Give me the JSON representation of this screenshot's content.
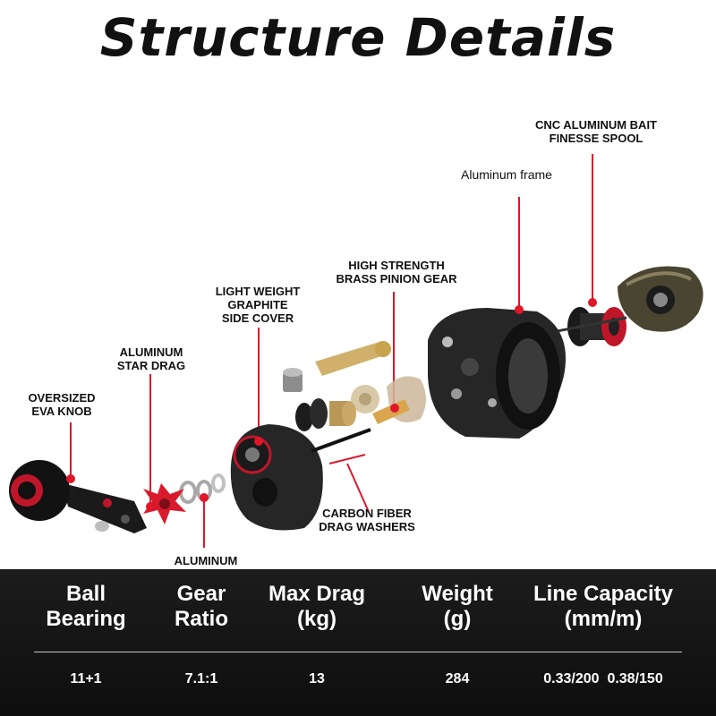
{
  "title": "Structure Details",
  "callouts": {
    "spool": "CNC ALUMINUM BAIT\nFINESSE SPOOL",
    "frame": "Aluminum frame",
    "pinion": "HIGH STRENGTH\nBRASS PINION GEAR",
    "side_cover": "LIGHT WEIGHT\nGRAPHITE\nSIDE COVER",
    "star_drag": "ALUMINUM\nSTAR DRAG",
    "knob": "OVERSIZED\nEVA KNOB",
    "washers": "CARBON FIBER\nDRAG WASHERS",
    "aluminum": "ALUMINUM"
  },
  "specs": {
    "headers": [
      "Ball\nBearing",
      "Gear\nRatio",
      "Max Drag\n(kg)",
      "Weight\n(g)",
      "Line Capacity\n(mm/m)"
    ],
    "values": [
      "11+1",
      "7.1:1",
      "13",
      "284",
      "0.33/200  0.38/150"
    ]
  },
  "colors": {
    "accent": "#e0162b",
    "panel": "#151515",
    "reel_body": "#2a2a2a"
  }
}
